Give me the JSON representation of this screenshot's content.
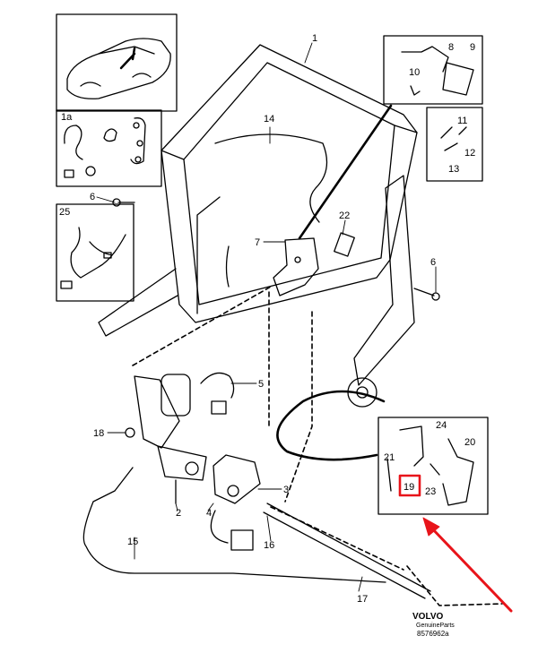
{
  "callouts": [
    {
      "id": "1",
      "label": "1"
    },
    {
      "id": "1a",
      "label": "1a"
    },
    {
      "id": "2",
      "label": "2"
    },
    {
      "id": "3",
      "label": "3"
    },
    {
      "id": "4",
      "label": "4"
    },
    {
      "id": "5",
      "label": "5"
    },
    {
      "id": "6a",
      "label": "6"
    },
    {
      "id": "6b",
      "label": "6"
    },
    {
      "id": "7",
      "label": "7"
    },
    {
      "id": "8",
      "label": "8"
    },
    {
      "id": "9",
      "label": "9"
    },
    {
      "id": "10",
      "label": "10"
    },
    {
      "id": "11",
      "label": "11"
    },
    {
      "id": "12",
      "label": "12"
    },
    {
      "id": "13",
      "label": "13"
    },
    {
      "id": "14",
      "label": "14"
    },
    {
      "id": "15",
      "label": "15"
    },
    {
      "id": "16",
      "label": "16"
    },
    {
      "id": "17",
      "label": "17"
    },
    {
      "id": "18",
      "label": "18"
    },
    {
      "id": "19",
      "label": "19"
    },
    {
      "id": "20",
      "label": "20"
    },
    {
      "id": "21",
      "label": "21"
    },
    {
      "id": "22",
      "label": "22"
    },
    {
      "id": "23",
      "label": "23"
    },
    {
      "id": "24",
      "label": "24"
    },
    {
      "id": "25",
      "label": "25"
    }
  ],
  "highlighted_part": "19",
  "highlight_color": "#e8141a",
  "brand": {
    "name": "VOLVO",
    "sub": "GenuineParts"
  },
  "doc_number": "8576962a"
}
